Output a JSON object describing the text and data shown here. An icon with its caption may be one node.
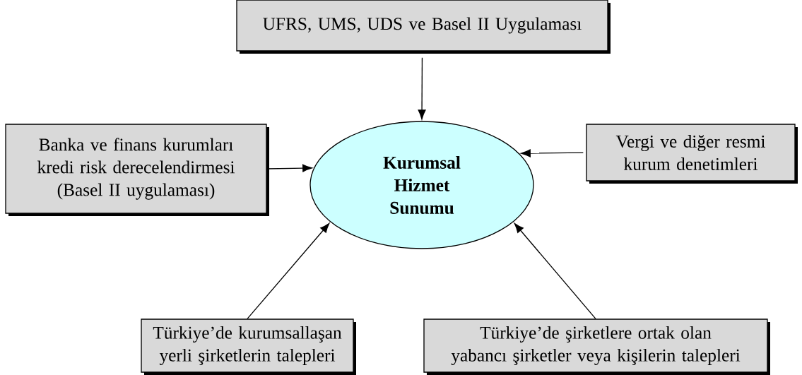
{
  "diagram": {
    "nodes": [
      {
        "text": [
          "UFRS, UMS, UDS ve Basel II Uygulaması"
        ]
      },
      {
        "text": [
          "Banka ve finans kurumları kredi risk derecelendirmesi (Basel II uygulaması)"
        ]
      },
      {
        "text": [
          "Kurumsal Hizmet Sunumu"
        ]
      },
      {
        "text": [
          "Vergi ve diğer resmi kurum denetimleri"
        ]
      },
      {
        "text": [
          "Türkiye’de kurumsallaşan yerli şirketlerin talepleri"
        ]
      },
      {
        "text": [
          "Türkiye’de şirketlere ortak olan yabancı şirketler veya kişilerin talepleri"
        ]
      }
    ],
    "edges": [
      {
        "from": 0,
        "to": 2,
        "arrow": "to"
      },
      {
        "from": 1,
        "to": 2,
        "arrow": "to"
      },
      {
        "from": 3,
        "to": 2,
        "arrow": "to"
      },
      {
        "from": 4,
        "to": 2,
        "arrow": "to"
      },
      {
        "from": 5,
        "to": 2,
        "arrow": "to"
      }
    ]
  }
}
